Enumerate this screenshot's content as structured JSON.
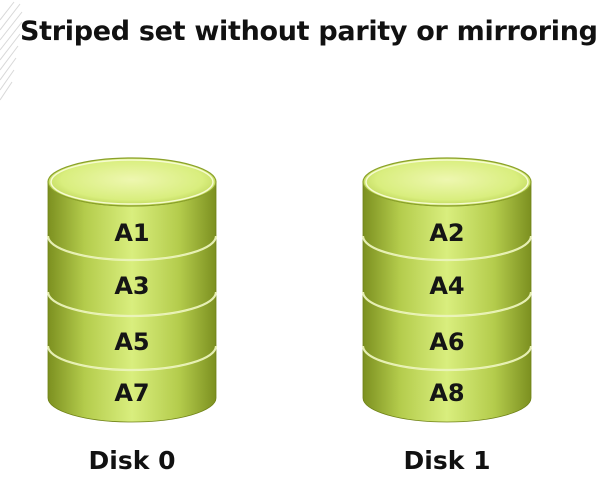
{
  "title": "Striped set without parity or mirroring",
  "colors": {
    "disk_light": "#d9ee7e",
    "disk_mid": "#b4cc4c",
    "disk_dark": "#7c9020",
    "text": "#111111"
  },
  "disks": [
    {
      "label": "Disk 0",
      "blocks": [
        "A1",
        "A3",
        "A5",
        "A7"
      ]
    },
    {
      "label": "Disk 1",
      "blocks": [
        "A2",
        "A4",
        "A6",
        "A8"
      ]
    }
  ]
}
